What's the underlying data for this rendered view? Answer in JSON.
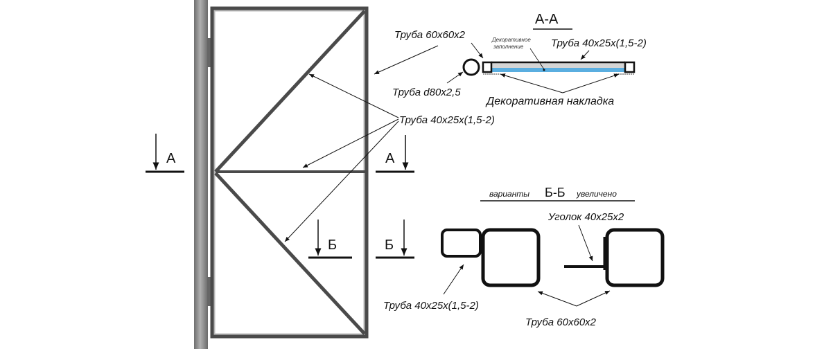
{
  "section_a": {
    "marker_left": "А",
    "marker_right": "А",
    "title": "А-А"
  },
  "section_b": {
    "marker_left": "Б",
    "marker_right": "Б",
    "title_prefix": "варианты",
    "title_main": "Б-Б",
    "title_suffix": "увеличено"
  },
  "labels": {
    "frame_pipe": "Труба 60x60x2",
    "post_pipe": "Труба d80x2,5",
    "inner_pipe_aa": "Труба 40x25x(1,5-2)",
    "fill_line1": "Декоративное",
    "fill_line2": "заполнение",
    "overlay": "Декоративная накладка",
    "inner_pipe": "Труба 40x25x(1,5-2)",
    "angle": "Уголок 40x25x2",
    "detail_small_pipe": "Труба 40x25x(1,5-2)",
    "detail_big_pipe": "Труба 60x60x2"
  },
  "colors": {
    "frame": "#4a4a4a",
    "post": "#8a8a8a",
    "fill_blue": "#5aaee0"
  }
}
